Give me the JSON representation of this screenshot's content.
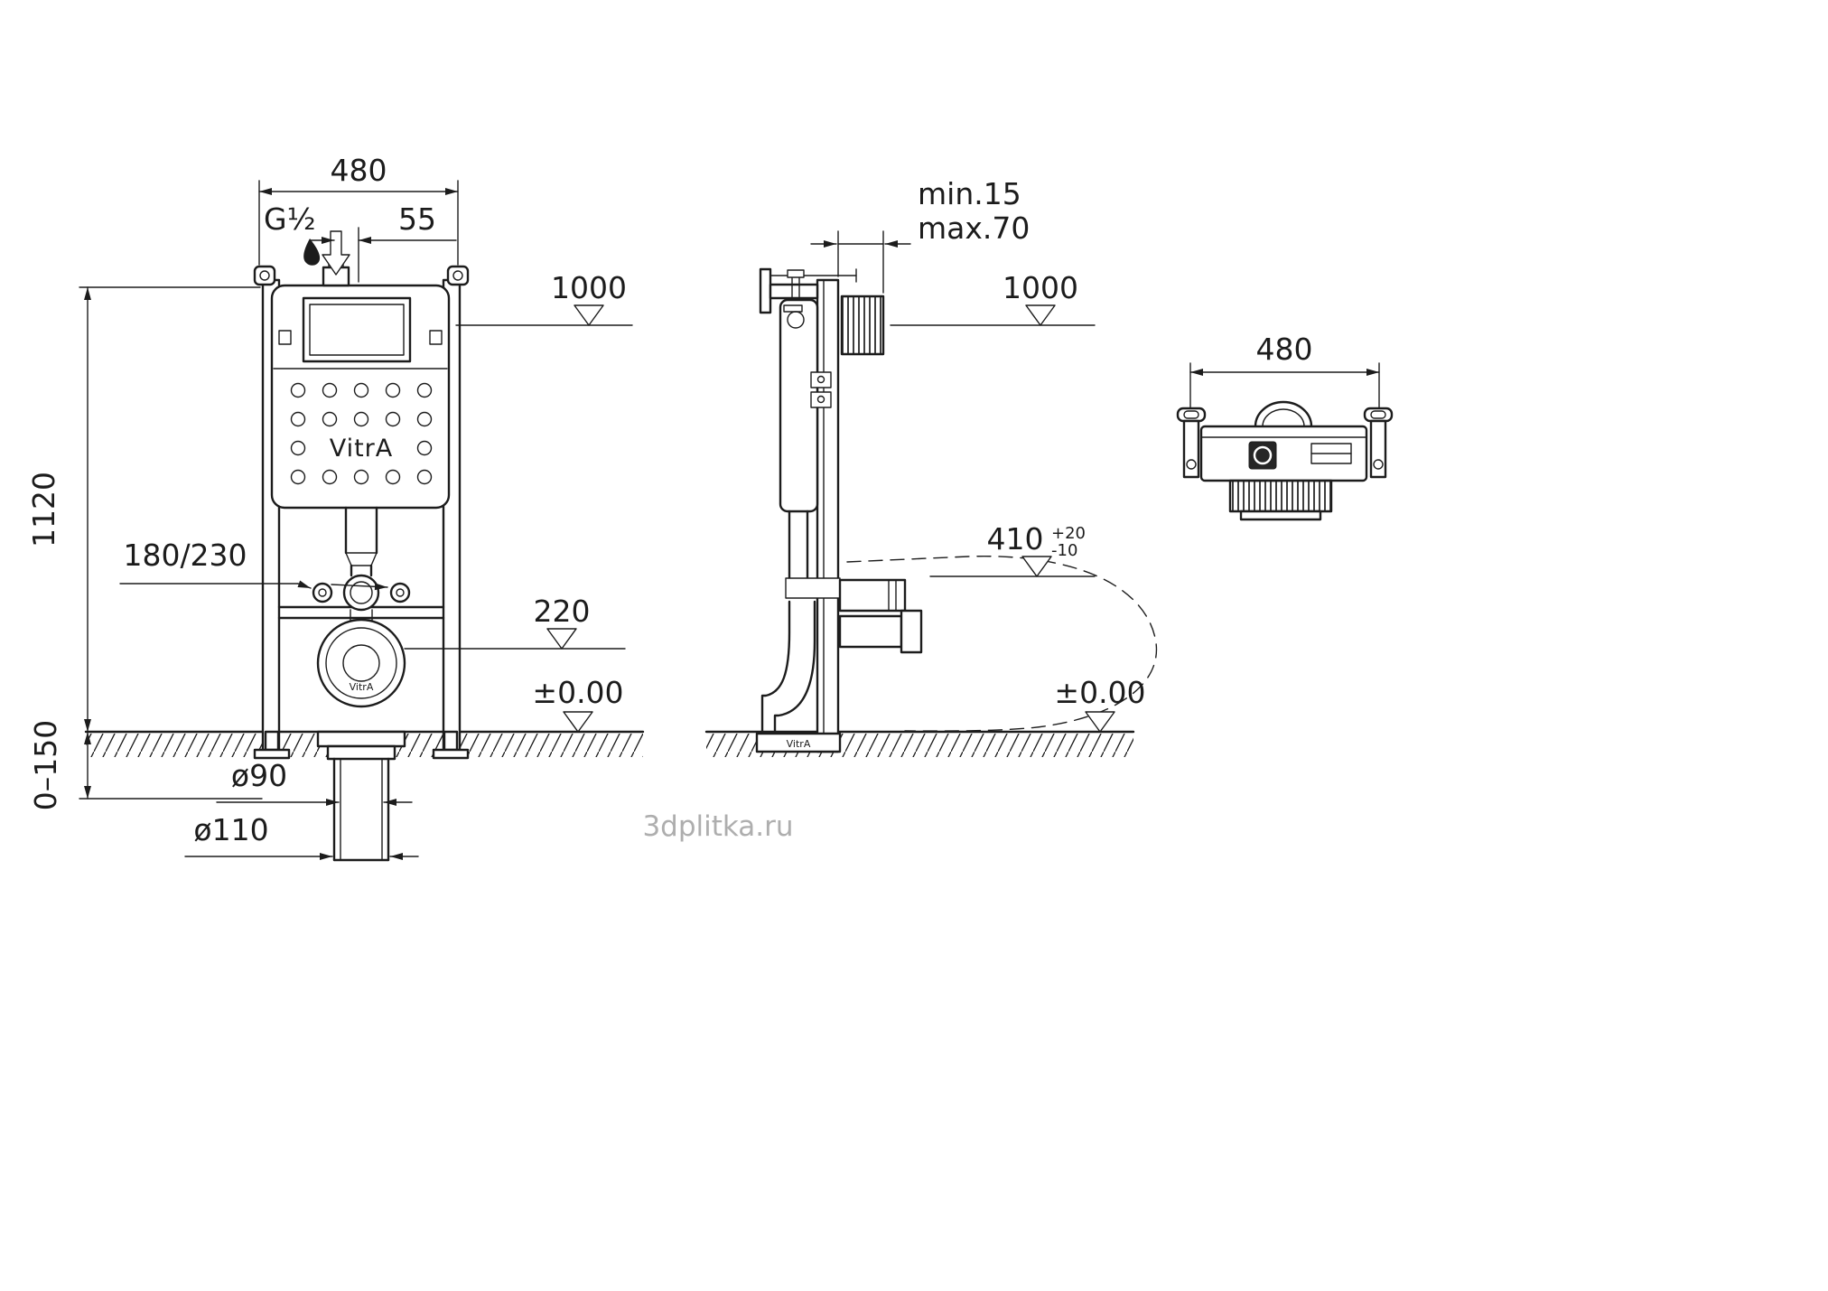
{
  "page": {
    "background": "#ffffff",
    "line_color": "#1c1c1c",
    "watermark_color": "#aeaeae"
  },
  "watermark": "3dplitka.ru",
  "front_view": {
    "dim_width": "480",
    "inlet_thread": "G½",
    "dim_inlet_offset": "55",
    "level_flush_plate": "1000",
    "dim_frame_height": "1120",
    "dim_fixing_spacing": "180/230",
    "level_outlet": "220",
    "level_floor": "±0.00",
    "dim_foot_adjust": "0–150",
    "dim_outlet_inner": "ø90",
    "dim_outlet_outer": "ø110",
    "brand": "VitrA",
    "outlet_brand": "VitrA"
  },
  "side_view": {
    "dim_wall_min": "min.15",
    "dim_wall_max": "max.70",
    "level_flush_plate": "1000",
    "dim_outlet_height": "410",
    "tol_plus": "+20",
    "tol_minus": "-10",
    "level_floor": "±0.00",
    "brand": "VitrA"
  },
  "top_view": {
    "dim_width": "480"
  }
}
